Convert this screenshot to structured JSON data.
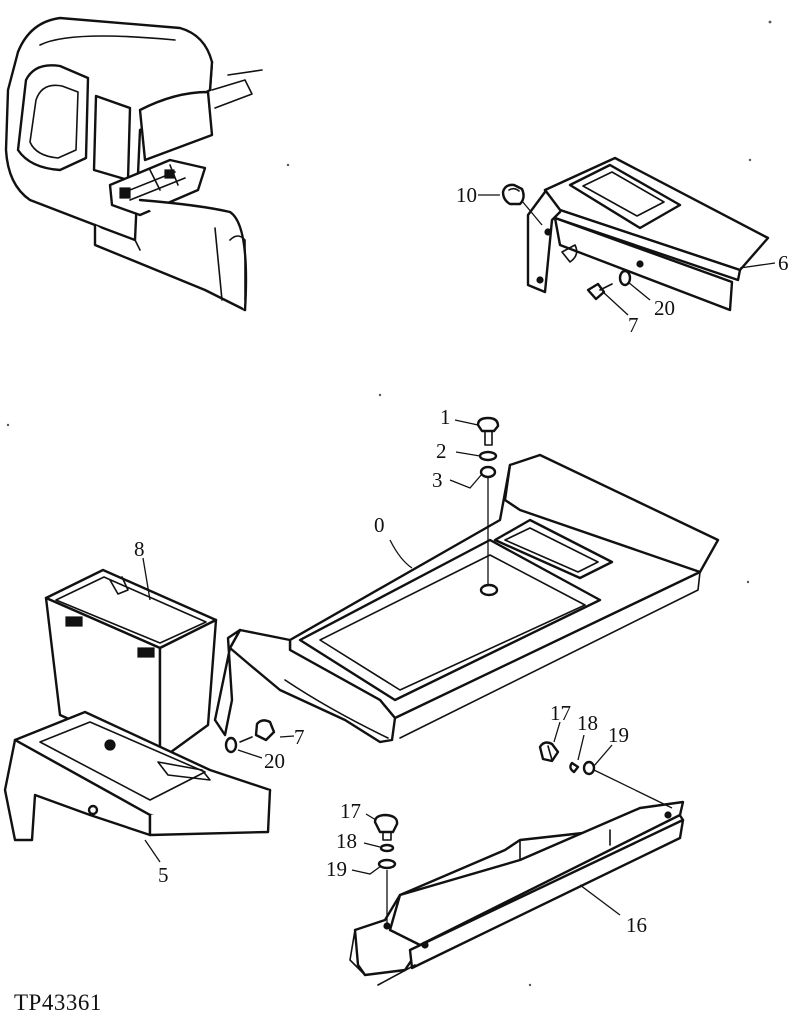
{
  "figure_code": "TP43361",
  "callouts": {
    "c10": "10",
    "c6": "6",
    "c20a": "20",
    "c7a": "7",
    "c1": "1",
    "c2": "2",
    "c3": "3",
    "c0": "0",
    "c8": "8",
    "c7b": "7",
    "c20b": "20",
    "c5": "5",
    "c17a": "17",
    "c18a": "18",
    "c19a": "19",
    "c17b": "17",
    "c18b": "18",
    "c19b": "19",
    "c16": "16"
  }
}
